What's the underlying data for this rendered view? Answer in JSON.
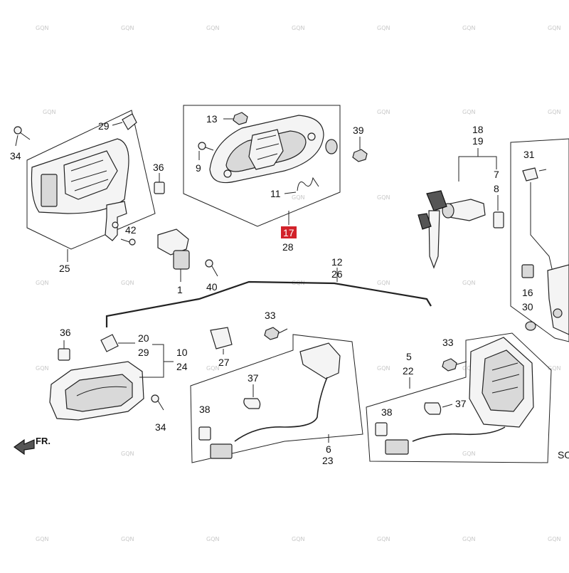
{
  "diagram": {
    "highlight_color": "#d2222a",
    "watermark": "GQN",
    "direction_label": "FR.",
    "corner_code": "SO",
    "callouts": {
      "c34a": "34",
      "c29a": "29",
      "c25": "25",
      "c36a": "36",
      "c42": "42",
      "c13": "13",
      "c9": "9",
      "c11": "11",
      "c17": "17",
      "c28": "28",
      "c39": "39",
      "c1": "1",
      "c40": "40",
      "c18": "18",
      "c19": "19",
      "c7": "7",
      "c8": "8",
      "c31": "31",
      "c16": "16",
      "c30": "30",
      "c12": "12",
      "c26": "26",
      "c36b": "36",
      "c20": "20",
      "c29b": "29",
      "c10": "10",
      "c24": "24",
      "c34b": "34",
      "c33a": "33",
      "c27": "27",
      "c37a": "37",
      "c38a": "38",
      "c6": "6",
      "c23": "23",
      "c33b": "33",
      "c5": "5",
      "c22": "22",
      "c37b": "37",
      "c38b": "38"
    }
  }
}
